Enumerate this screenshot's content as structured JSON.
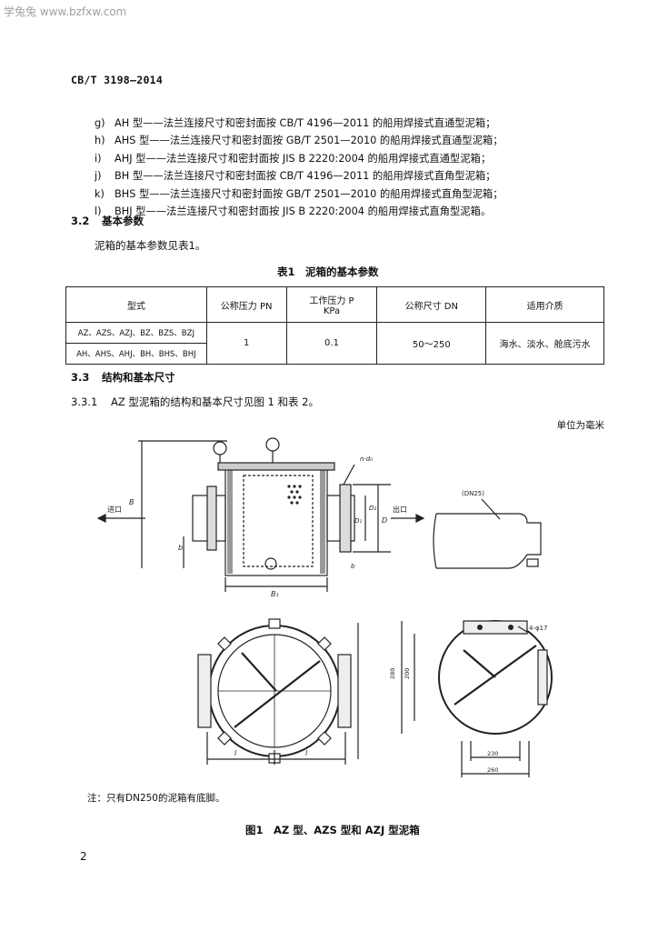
{
  "watermark": "学兔兔 www.bzfxw.com",
  "doc_number": "CB/T 3198—2014",
  "type_list": [
    {
      "key": "g)",
      "text": "AH 型——法兰连接尺寸和密封面按 CB/T 4196—2011 的船用焊接式直通型泥箱；"
    },
    {
      "key": "h)",
      "text": "AHS 型——法兰连接尺寸和密封面按 GB/T 2501—2010 的船用焊接式直通型泥箱；"
    },
    {
      "key": "i)",
      "text": "AHJ 型——法兰连接尺寸和密封面按 JIS B 2220:2004 的船用焊接式直通型泥箱；"
    },
    {
      "key": "j)",
      "text": "BH 型——法兰连接尺寸和密封面按 CB/T 4196—2011 的船用焊接式直角型泥箱；"
    },
    {
      "key": "k)",
      "text": "BHS 型——法兰连接尺寸和密封面按 GB/T 2501—2010 的船用焊接式直角型泥箱；"
    },
    {
      "key": "l)",
      "text": "BHJ 型——法兰连接尺寸和密封面按 JIS B 2220:2004 的船用焊接式直角型泥箱。"
    }
  ],
  "section_3_2": {
    "number": "3.2",
    "title": "基本参数"
  },
  "para_3_2": "泥箱的基本参数见表1。",
  "table1": {
    "caption": "表1　泥箱的基本参数",
    "headers": [
      "型式",
      "公称压力 PN",
      "工作压力 P",
      "KPa",
      "公称尺寸 DN",
      "适用介质"
    ],
    "type_rows": [
      "AZ、AZS、AZJ、BZ、BZS、BZJ",
      "AH、AHS、AHJ、BH、BHS、BHJ"
    ],
    "pn": "1",
    "p": "0.1",
    "dn": "50～250",
    "medium": "海水、淡水、舱底污水"
  },
  "section_3_3": {
    "number": "3.3",
    "title": "结构和基本尺寸"
  },
  "section_3_3_1": {
    "number": "3.3.1",
    "text": "AZ 型泥箱的结构和基本尺寸见图 1 和表 2。"
  },
  "unit_note": "单位为毫米",
  "figure": {
    "inlet_label": "进口",
    "outlet_label": "出口",
    "dn_label": "(DN25)",
    "dim_n_d": "n·d₀",
    "dim_B": "B",
    "dim_b": "b",
    "dim_D1": "D₁",
    "dim_D2": "D₂",
    "dim_D": "D",
    "dim_B1": "B₁",
    "dim_l": "l",
    "dim_4phi17": "4-φ17",
    "dim_200": "200",
    "dim_230": "230",
    "dim_280": "280",
    "dim_260": "260"
  },
  "note": "注：只有DN250的泥箱有底脚。",
  "figure_caption": "图1　AZ 型、AZS 型和 AZJ 型泥箱",
  "page_number": "2"
}
